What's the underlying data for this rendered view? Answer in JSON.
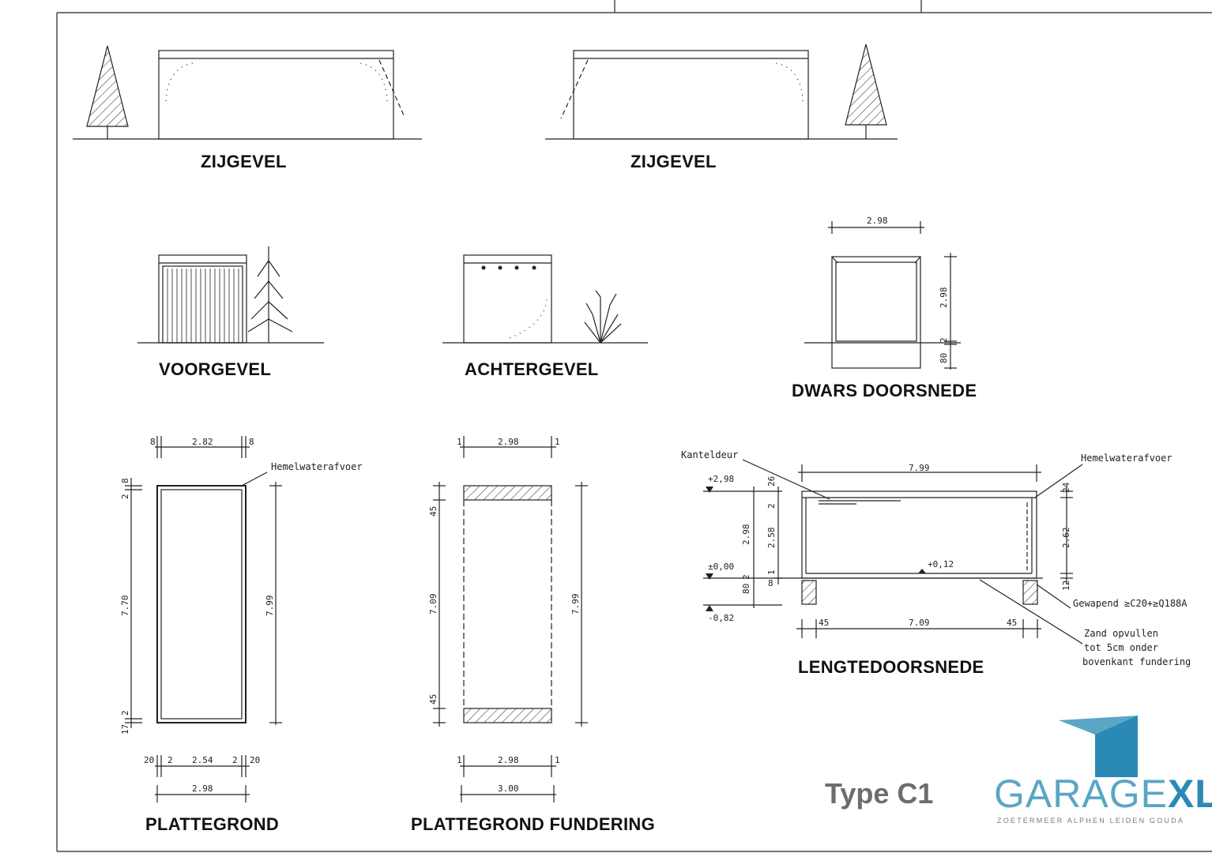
{
  "views": {
    "zijgevel_left": "ZIJGEVEL",
    "zijgevel_right": "ZIJGEVEL",
    "voorgevel": "VOORGEVEL",
    "achtergevel": "ACHTERGEVEL",
    "dwars_doorsnede": "DWARS DOORSNEDE",
    "plattegrond": "PLATTEGROND",
    "plattegrond_fundering": "PLATTEGROND FUNDERING",
    "lengtedoorsnede": "LENGTEDOORSNEDE"
  },
  "dims": {
    "dwars": {
      "width": "2.98",
      "height": "2.98",
      "floor": "2",
      "found": "80"
    },
    "plattegrond": {
      "top_left": "8",
      "top_mid": "2.82",
      "top_right": "8",
      "left_top_a": "8",
      "left_top_b": "2",
      "left_length": "7.70",
      "right_length": "7.99",
      "left_bot_a": "2",
      "left_bot_b": "17",
      "bot_a": "20",
      "bot_b": "2",
      "bot_mid": "2.54",
      "bot_c": "2",
      "bot_d": "20",
      "bot_total": "2.98"
    },
    "fundering": {
      "top_left": "1",
      "top_mid": "2.98",
      "top_right": "1",
      "left_top": "45",
      "left_mid": "7.09",
      "left_bot": "45",
      "right_length": "7.99",
      "bot_left": "1",
      "bot_mid": "2.98",
      "bot_right": "1",
      "bot_total": "3.00"
    },
    "lengte": {
      "top": "7.99",
      "lvl_top": "+2,98",
      "lvl_zero": "±0,00",
      "lvl_bot": "-0,82",
      "l_298": "2.98",
      "l_80": "80",
      "l_2": "2",
      "m_26": "26",
      "m_2": "2",
      "m_258": "2.58",
      "m_1": "1",
      "m_8": "8",
      "r_24": "24",
      "r_262": "2.62",
      "r_12": "12",
      "floor_lvl": "+0,12",
      "b_45a": "45",
      "b_709": "7.09",
      "b_45b": "45"
    }
  },
  "notes": {
    "hemelwater_1": "Hemelwaterafvoer",
    "hemelwater_2": "Hemelwaterafvoer",
    "kanteldeur": "Kanteldeur",
    "gewapend": "Gewapend ≥C20+≥Q188A",
    "zand_1": "Zand opvullen",
    "zand_2": "tot 5cm onder",
    "zand_3": "bovenkant fundering"
  },
  "brand": {
    "type_label": "Type C1",
    "name_light": "GARAGE",
    "name_bold": "XL",
    "locations": "ZOETERMEER ALPHEN LEIDEN GOUDA",
    "colors": {
      "light": "#5aa6c4",
      "dark": "#2b8ab5",
      "gray": "#6d6d6d"
    }
  }
}
